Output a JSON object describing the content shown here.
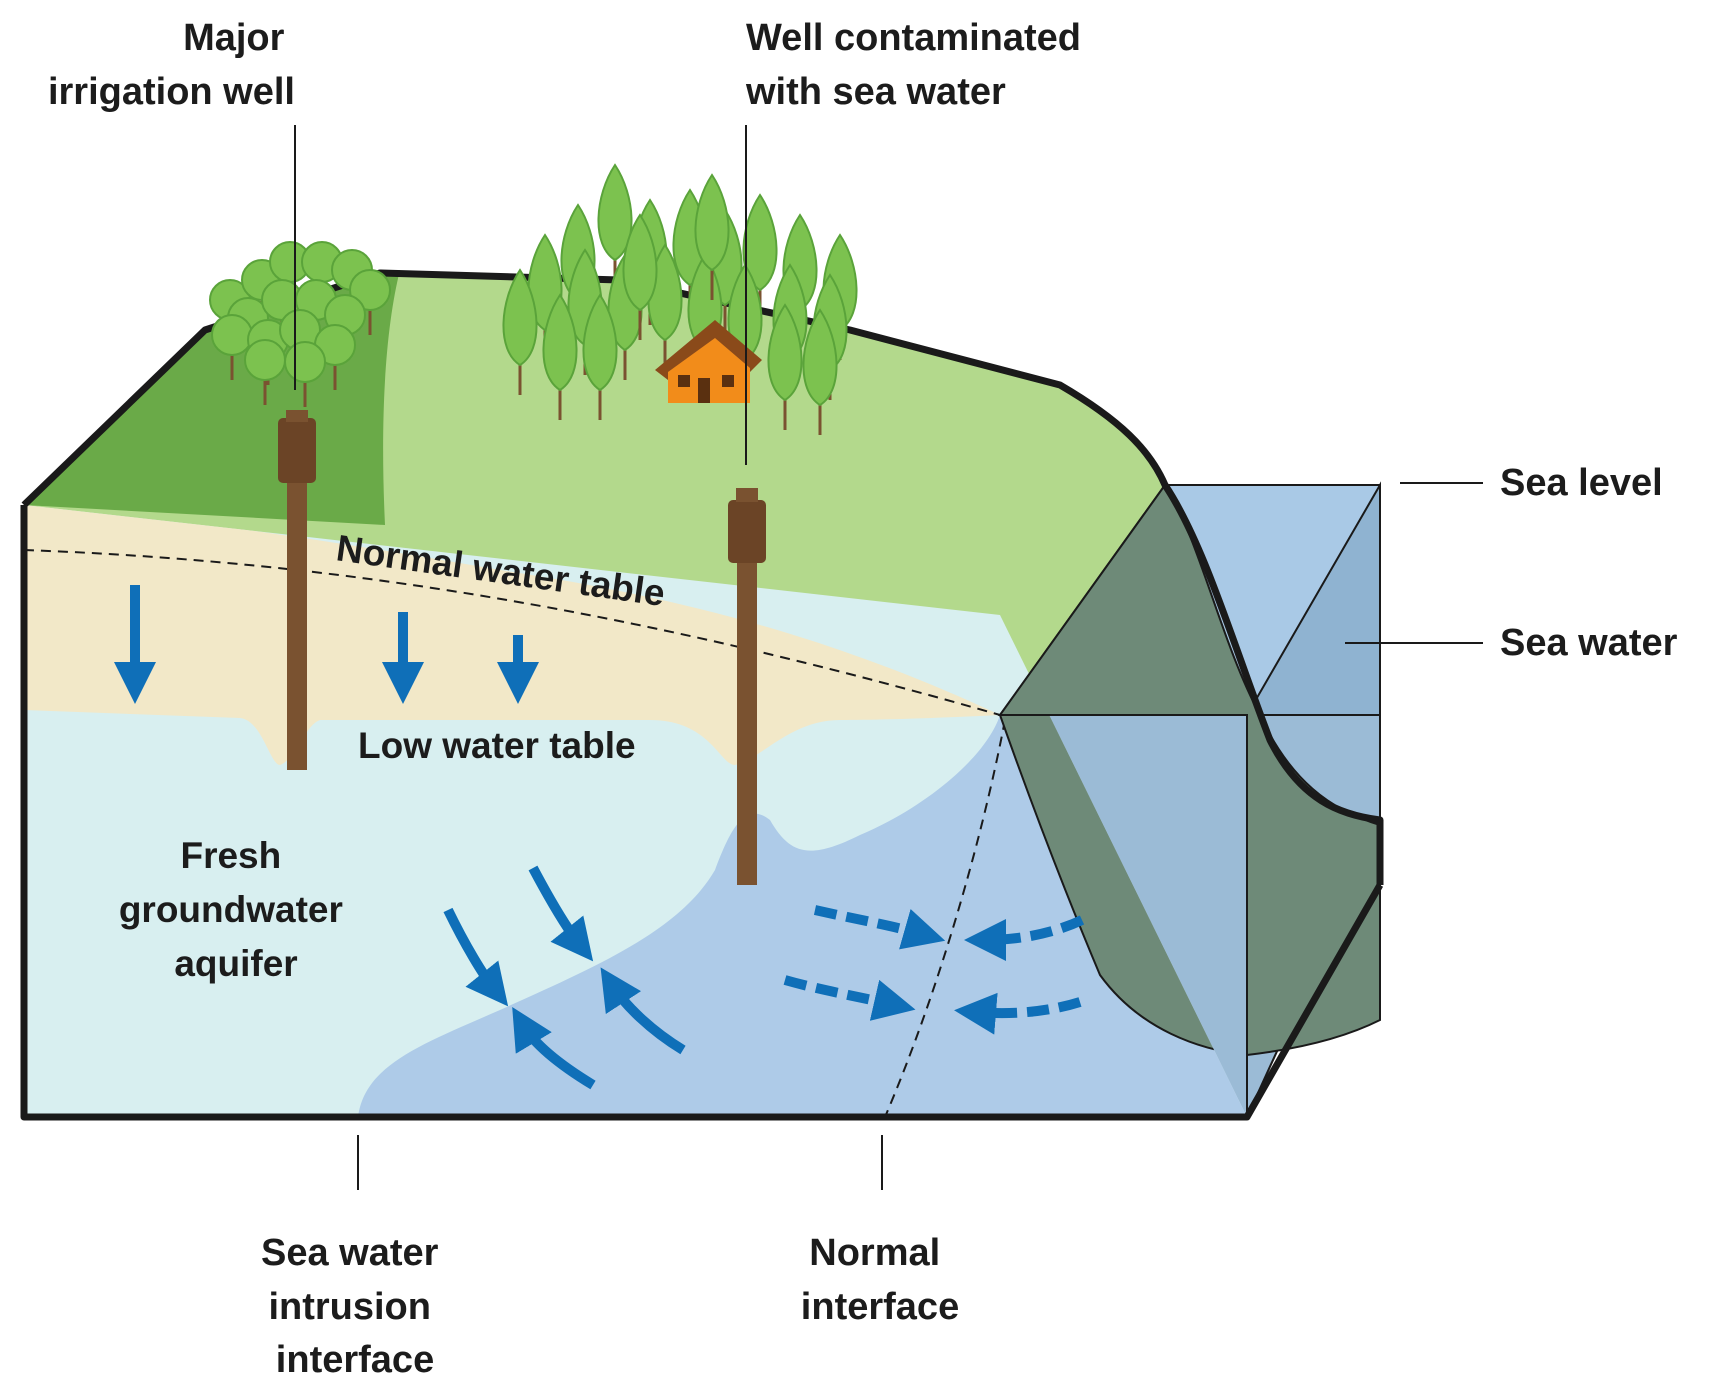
{
  "labels": {
    "irrigation_well": [
      "Major",
      "irrigation well"
    ],
    "contaminated_well": [
      "Well contaminated",
      "with sea water"
    ],
    "sea_level": "Sea level",
    "sea_water": "Sea water",
    "normal_water_table": "Normal water table",
    "low_water_table": "Low water table",
    "aquifer": [
      "Fresh",
      "groundwater",
      "aquifer"
    ],
    "intrusion_interface": [
      "Sea water",
      "intrusion",
      "interface"
    ],
    "normal_interface": [
      "Normal",
      "interface"
    ]
  },
  "colors": {
    "outline": "#1a1a1a",
    "dark_grass": "#6aaa48",
    "light_grass": "#b3d98c",
    "soil": "#f2e8c8",
    "fresh_water": "#d8eff0",
    "salt_water": "#aecbe8",
    "sea_top": "#a9c9e6",
    "sea_front": "#8fb3d1",
    "slope_shadow": "#6e8a78",
    "well_pipe": "#7a5230",
    "arrow_blue": "#0f6fb8",
    "tree_green": "#7cc24f",
    "house_orange": "#f28c1a"
  },
  "icons": {
    "trees": "deciduous-tree-icon",
    "conifers": "conifer-tree-icon",
    "house": "house-icon",
    "flow_arrows": "arrow-icon"
  }
}
